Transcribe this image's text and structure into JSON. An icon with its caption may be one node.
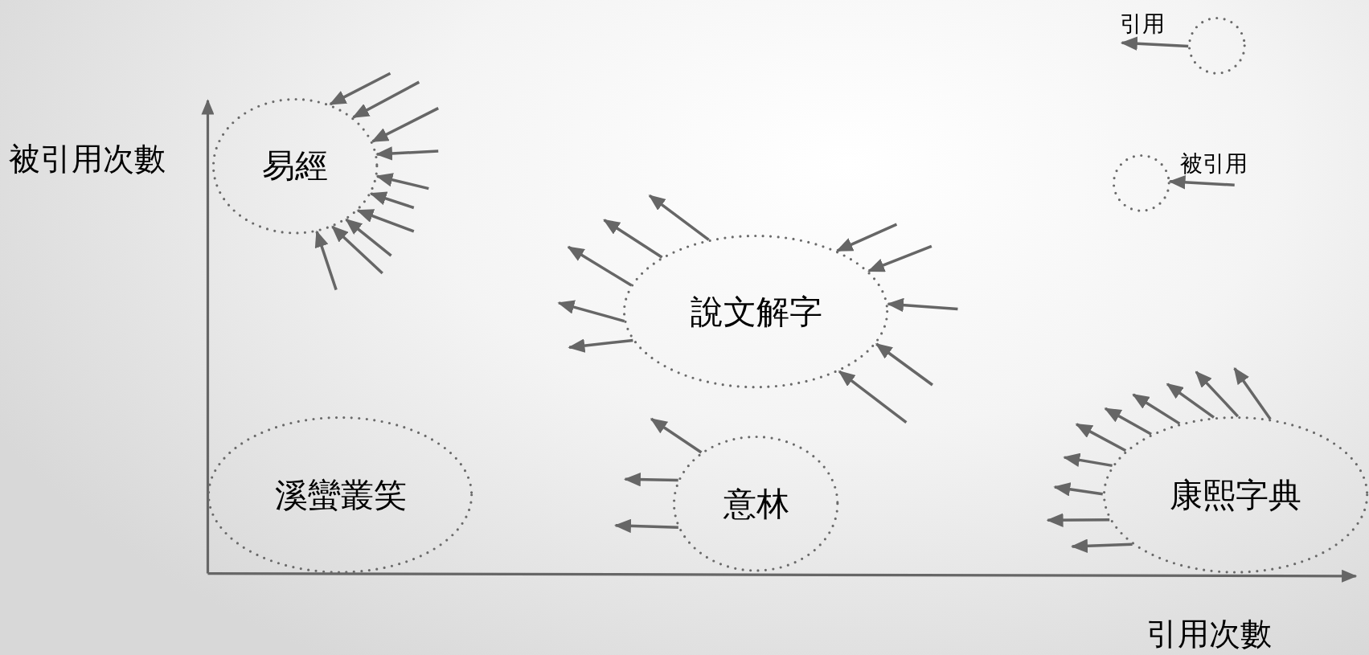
{
  "diagram": {
    "nodes": [
      {
        "text": [
          "易經"
        ]
      },
      {
        "text": [
          "說文解字"
        ]
      },
      {
        "text": [
          "溪蠻叢笑"
        ]
      },
      {
        "text": [
          "意林"
        ]
      },
      {
        "text": [
          "康熙字典"
        ]
      },
      {
        "text": [],
        "shape": "circle"
      },
      {
        "text": [],
        "shape": "circle"
      }
    ],
    "edges": [
      {
        "from": null,
        "to": 0,
        "arrow": "to"
      },
      {
        "from": null,
        "to": 0,
        "arrow": "to"
      },
      {
        "from": null,
        "to": 0,
        "arrow": "to"
      },
      {
        "from": null,
        "to": 0,
        "arrow": "to"
      },
      {
        "from": null,
        "to": 0,
        "arrow": "to"
      },
      {
        "from": null,
        "to": 0,
        "arrow": "to"
      },
      {
        "from": null,
        "to": 0,
        "arrow": "to"
      },
      {
        "from": null,
        "to": 0,
        "arrow": "to"
      },
      {
        "from": null,
        "to": 0,
        "arrow": "to"
      },
      {
        "from": null,
        "to": 0,
        "arrow": "to"
      },
      {
        "from": 1,
        "to": null,
        "arrow": "to"
      },
      {
        "from": 1,
        "to": null,
        "arrow": "to"
      },
      {
        "from": 1,
        "to": null,
        "arrow": "to"
      },
      {
        "from": 1,
        "to": null,
        "arrow": "to"
      },
      {
        "from": 1,
        "to": null,
        "arrow": "to"
      },
      {
        "from": null,
        "to": 1,
        "arrow": "to"
      },
      {
        "from": null,
        "to": 1,
        "arrow": "to"
      },
      {
        "from": null,
        "to": 1,
        "arrow": "to"
      },
      {
        "from": null,
        "to": 1,
        "arrow": "to"
      },
      {
        "from": null,
        "to": 1,
        "arrow": "to"
      },
      {
        "from": 3,
        "to": null,
        "arrow": "to"
      },
      {
        "from": 3,
        "to": null,
        "arrow": "to"
      },
      {
        "from": 3,
        "to": null,
        "arrow": "to"
      },
      {
        "from": 4,
        "to": null,
        "arrow": "to"
      },
      {
        "from": 4,
        "to": null,
        "arrow": "to"
      },
      {
        "from": 4,
        "to": null,
        "arrow": "to"
      },
      {
        "from": 4,
        "to": null,
        "arrow": "to"
      },
      {
        "from": 4,
        "to": null,
        "arrow": "to"
      },
      {
        "from": 4,
        "to": null,
        "arrow": "to"
      },
      {
        "from": 4,
        "to": null,
        "arrow": "to"
      },
      {
        "from": 4,
        "to": null,
        "arrow": "to"
      },
      {
        "from": 4,
        "to": null,
        "arrow": "to"
      },
      {
        "from": 4,
        "to": null,
        "arrow": "to"
      },
      {
        "from": 5,
        "to": null,
        "arrow": "to",
        "label": "引用"
      },
      {
        "from": null,
        "to": 6,
        "arrow": "to",
        "label": "被引用"
      }
    ],
    "labels": [
      "被引用次數",
      "引用次數"
    ]
  }
}
